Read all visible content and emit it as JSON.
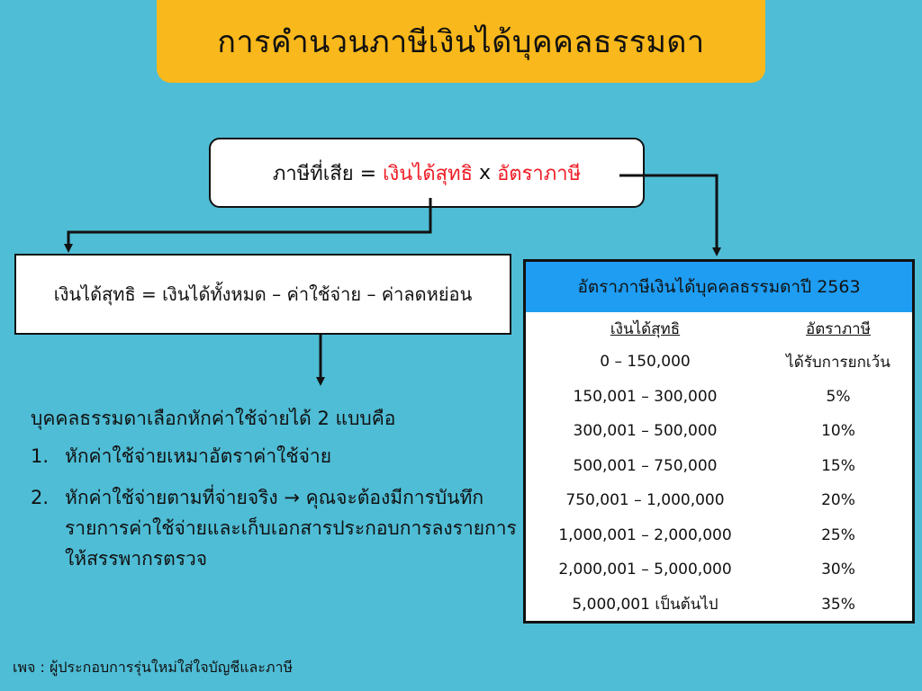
{
  "title": "การคำนวนภาษีเงินได้บุคคลธรรมดา",
  "formula": {
    "lhs": "ภาษีที่เสีย =",
    "term1": "เงินได้สุทธิ",
    "op": "x",
    "term2": "อัตราภาษี"
  },
  "net_income_formula": "เงินได้สุทธิ = เงินได้ทั้งหมด – ค่าใช้จ่าย – ค่าลดหย่อน",
  "expenses": {
    "heading": "บุคคลธรรมดาเลือกหักค่าใช้จ่ายได้ 2 แบบคือ",
    "methods": [
      {
        "num": "1.",
        "text": "หักค่าใช้จ่ายเหมาอัตราค่าใช้จ่าย"
      },
      {
        "num": "2.",
        "text": "หักค่าใช้จ่ายตามที่จ่ายจริง → คุณจะต้องมีการบันทึกรายการค่าใช้จ่ายและเก็บเอกสารประกอบการลงรายการให้สรรพากรตรวจ"
      }
    ]
  },
  "rate_table": {
    "title": "อัตราภาษีเงินได้บุคคลธรรมดาปี 2563",
    "col_income": "เงินได้สุทธิ",
    "col_rate": "อัตราภาษี",
    "rows": [
      {
        "income": "0 – 150,000",
        "rate": "ได้รับการยกเว้น"
      },
      {
        "income": "150,001 – 300,000",
        "rate": "5%"
      },
      {
        "income": "300,001 – 500,000",
        "rate": "10%"
      },
      {
        "income": "500,001 – 750,000",
        "rate": "15%"
      },
      {
        "income": "750,001 – 1,000,000",
        "rate": "20%"
      },
      {
        "income": "1,000,001 – 2,000,000",
        "rate": "25%"
      },
      {
        "income": "2,000,001 – 5,000,000",
        "rate": "30%"
      },
      {
        "income": "5,000,001 เป็นต้นไป",
        "rate": "35%"
      }
    ]
  },
  "footer": "เพจ : ผู้ประกอบการรุ่นใหม่ใส่ใจบัญชีและภาษี",
  "colors": {
    "background": "#4fbdd6",
    "banner": "#f9b81b",
    "highlight": "#ee1c25",
    "table_header": "#1e9df3"
  }
}
